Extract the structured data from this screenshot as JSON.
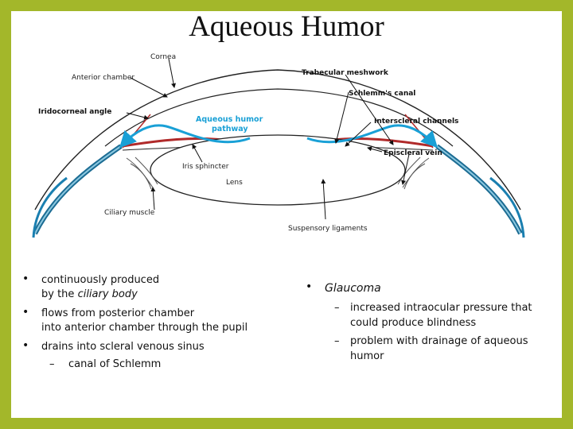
{
  "title": "Aqueous Humor",
  "diagram": {
    "labels": {
      "cornea": "Cornea",
      "anterior_chamber": "Anterior chamber",
      "trabecular_meshwork": "Trabecular meshwork",
      "schlemms_canal": "Schlemm's canal",
      "iridocorneal_angle": "Iridocorneal angle",
      "aqueous_pathway_1": "Aqueous humor",
      "aqueous_pathway_2": "pathway",
      "interscleral_channels": "Interscleral channels",
      "episcleral_vein": "Episcleral vein",
      "iris_sphincter": "Iris sphincter",
      "lens": "Lens",
      "ciliary_muscle": "Ciliary muscle",
      "suspensory_ligaments": "Suspensory ligaments"
    },
    "colors": {
      "pathway": "#19a0d6",
      "vessel": "#b02a2a"
    }
  },
  "left": {
    "b1_line1": "continuously produced",
    "b1_line2_pre": "by the",
    "b1_line2_em": "ciliary body",
    "b2_line1": "flows from posterior chamber",
    "b2_line2": "into anterior chamber through the pupil",
    "b3": "drains into scleral venous sinus",
    "sub": "canal of Schlemm"
  },
  "right": {
    "heading": "Glaucoma",
    "s1_line1": "increased intraocular pressure that",
    "s1_line2": "could produce blindness",
    "s2_line1": "problem with drainage of aqueous",
    "s2_line2": "humor"
  },
  "bullet_glyph": "•",
  "dash_glyph": "–"
}
